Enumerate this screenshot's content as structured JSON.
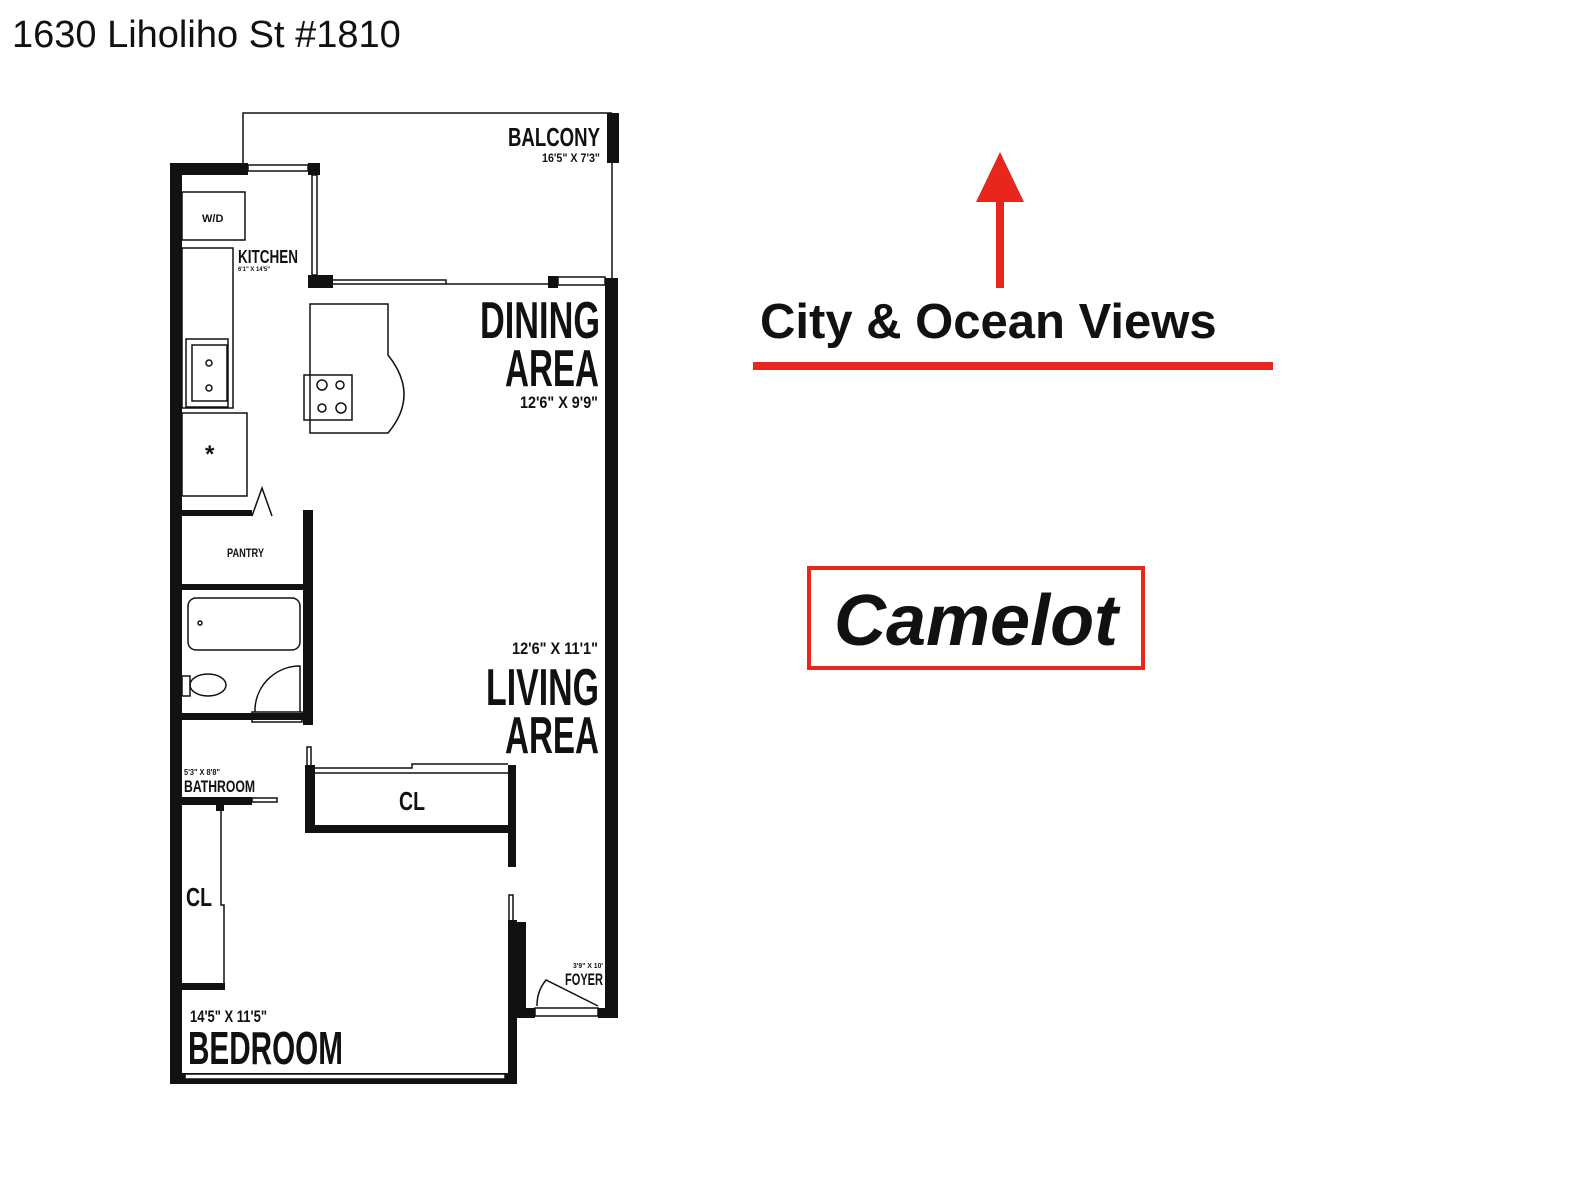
{
  "title": "1630 Liholiho St #1810",
  "views_label": "City & Ocean Views",
  "building_name": "Camelot",
  "accent_color": "#e8261c",
  "rooms": {
    "balcony": {
      "name": "BALCONY",
      "dims": "16'5\" X 7'3\""
    },
    "kitchen": {
      "name": "KITCHEN",
      "dims": "6'1\" X 14'5\""
    },
    "dining": {
      "name_line1": "DINING",
      "name_line2": "AREA",
      "dims": "12'6\" X 9'9\""
    },
    "living": {
      "name_line1": "LIVING",
      "name_line2": "AREA",
      "dims": "12'6\" X 11'1\""
    },
    "bathroom": {
      "name": "BATHROOM",
      "dims": "5'3\" X 8'8\""
    },
    "bedroom": {
      "name": "BEDROOM",
      "dims": "14'5\" X 11'5\""
    },
    "foyer": {
      "name": "FOYER",
      "dims": "3'9\" X 10'"
    },
    "pantry": {
      "name": "PANTRY"
    },
    "washer_dryer": {
      "name": "W/D"
    },
    "closet_hall": {
      "name": "CL"
    },
    "closet_bedroom": {
      "name": "CL"
    },
    "fridge_mark": "*"
  }
}
